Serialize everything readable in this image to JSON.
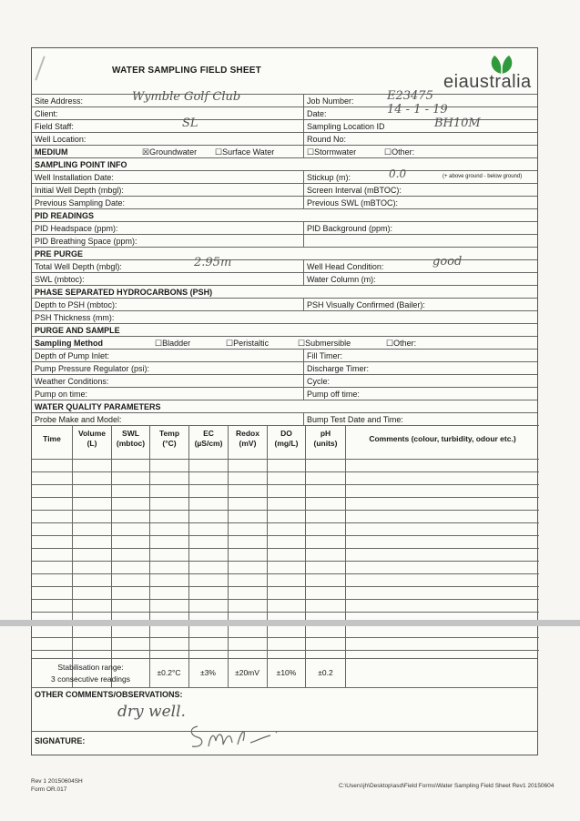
{
  "title": "WATER SAMPLING FIELD SHEET",
  "logo": {
    "text": "eiaustralia",
    "leaf_color": "#2e9a3c"
  },
  "general": {
    "site_address": {
      "label": "Site Address:",
      "value": "Wymble Golf Club"
    },
    "job_number": {
      "label": "Job Number:",
      "value": "E23475"
    },
    "client": {
      "label": "Client:",
      "value": ""
    },
    "date": {
      "label": "Date:",
      "value": "14 - 1 - 19"
    },
    "field_staff": {
      "label": "Field Staff:",
      "value": "SL"
    },
    "sampling_location": {
      "label": "Sampling Location ID",
      "value": "BH10M"
    },
    "well_location": {
      "label": "Well Location:"
    },
    "round_no": {
      "label": "Round No:"
    }
  },
  "medium": {
    "label": "MEDIUM",
    "groundwater": "☒Groundwater",
    "surface_water": "☐Surface Water",
    "stormwater": "☐Stormwater",
    "other": "☐Other:"
  },
  "sampling_point": {
    "heading": "SAMPLING POINT INFO",
    "installation_date": "Well Installation Date:",
    "stickup": {
      "label": "Stickup (m):",
      "value": "0.0",
      "note": "(+ above ground - below ground)"
    },
    "initial_depth": "Initial Well Depth (mbgl):",
    "screen_interval": "Screen Interval (mBTOC):",
    "previous_date": "Previous Sampling Date:",
    "previous_swl": "Previous SWL (mBTOC):"
  },
  "pid": {
    "heading": "PID READINGS",
    "headspace": "PID Headspace (ppm):",
    "background": "PID Background (ppm):",
    "breathing": "PID Breathing Space (ppm):"
  },
  "pre_purge": {
    "heading": "PRE PURGE",
    "total_depth": {
      "label": "Total Well Depth (mbgl):",
      "value": "2.95m"
    },
    "well_head": {
      "label": "Well Head Condition:",
      "value": "good"
    },
    "swl": "SWL (mbtoc):",
    "water_column": "Water Column (m):"
  },
  "psh": {
    "heading": "PHASE SEPARATED HYDROCARBONS (PSH)",
    "depth": "Depth to PSH (mbtoc):",
    "visually": "PSH Visually Confirmed (Bailer):",
    "thickness": "PSH Thickness (mm):"
  },
  "purge": {
    "heading": "PURGE AND SAMPLE",
    "method": "Sampling Method",
    "bladder": "☐Bladder",
    "peristaltic": "☐Peristaltic",
    "submersible": "☐Submersible",
    "other": "☐Other:",
    "pump_depth": "Depth of Pump Inlet:",
    "fill_timer": "Fill Timer:",
    "pressure": "Pump Pressure Regulator (psi):",
    "discharge": "Discharge Timer:",
    "weather": "Weather Conditions:",
    "cycle": "Cycle:",
    "pump_on": "Pump on time:",
    "pump_off": "Pump off time:"
  },
  "wq": {
    "heading": "WATER QUALITY PARAMETERS",
    "probe": "Probe Make and Model:",
    "bump": "Bump Test Date and Time:",
    "columns": [
      {
        "l1": "Time",
        "l2": ""
      },
      {
        "l1": "Volume",
        "l2": "(L)"
      },
      {
        "l1": "SWL",
        "l2": "(mbtoc)"
      },
      {
        "l1": "Temp",
        "l2": "(°C)"
      },
      {
        "l1": "EC",
        "l2": "(µS/cm)"
      },
      {
        "l1": "Redox",
        "l2": "(mV)"
      },
      {
        "l1": "DO",
        "l2": "(mg/L)"
      },
      {
        "l1": "pH",
        "l2": "(units)"
      },
      {
        "l1": "Comments (colour, turbidity, odour etc.)",
        "l2": ""
      }
    ],
    "stabilisation": {
      "label1": "Stabilisation range:",
      "label2": "3 consecutive readings",
      "temp": "±0.2°C",
      "ec": "±3%",
      "redox": "±20mV",
      "do": "±10%",
      "ph": "±0.2"
    }
  },
  "comments": {
    "label": "OTHER COMMENTS/OBSERVATIONS:",
    "value": "dry well."
  },
  "signature": {
    "label": "SIGNATURE:"
  },
  "footer": {
    "rev": "Rev 1 20150604SH",
    "form": "Form OR.017",
    "path": "C:\\Users\\jh\\Desktop\\asd\\Field Forms\\Water Sampling Field Sheet Rev1 20150604"
  }
}
